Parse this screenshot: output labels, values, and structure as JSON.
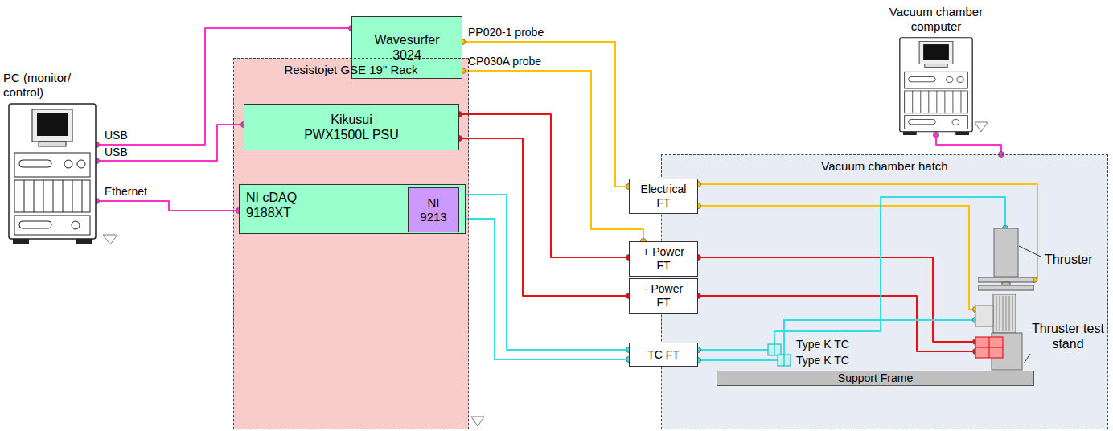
{
  "diagram": {
    "nodes": [
      {
        "text": [
          "PC (monitor/ control)"
        ]
      },
      {
        "text": [
          "Wavesurfer 3024"
        ]
      },
      {
        "text": [
          "Resistojet GSE 19\" Rack"
        ]
      },
      {
        "text": [
          "Kikusui PWX1500L PSU"
        ],
        "in": 2
      },
      {
        "text": [
          "NI cDAQ 9188XT"
        ],
        "in": 2
      },
      {
        "text": [
          "NI 9213"
        ],
        "in": 4
      },
      {
        "text": [
          "Vacuum chamber computer"
        ]
      },
      {
        "text": [
          "Vacuum chamber hatch"
        ]
      },
      {
        "text": [
          "Electrical FT"
        ]
      },
      {
        "text": [
          "+ Power FT"
        ]
      },
      {
        "text": [
          "- Power FT"
        ]
      },
      {
        "text": [
          "TC FT"
        ]
      },
      {
        "text": [
          "Thruster"
        ],
        "in": 7
      },
      {
        "text": [
          "Thruster test stand"
        ],
        "in": 7
      },
      {
        "text": [
          "Support Frame"
        ],
        "in": 7
      }
    ],
    "edges": [
      {
        "from": 0,
        "to": 1,
        "arrow": "none",
        "label": "USB"
      },
      {
        "from": 0,
        "to": 3,
        "arrow": "none",
        "label": "USB"
      },
      {
        "from": 0,
        "to": 4,
        "arrow": "none",
        "label": "Ethernet"
      },
      {
        "from": 1,
        "to": 8,
        "arrow": "none",
        "label": "PP020-1 probe"
      },
      {
        "from": 1,
        "to": 9,
        "arrow": "none",
        "label": "CP030A probe"
      },
      {
        "from": 3,
        "to": 9,
        "arrow": "none"
      },
      {
        "from": 3,
        "to": 10,
        "arrow": "none"
      },
      {
        "from": 5,
        "to": 11,
        "arrow": "none"
      },
      {
        "from": 5,
        "to": 11,
        "arrow": "none"
      },
      {
        "from": 8,
        "to": 12,
        "arrow": "none"
      },
      {
        "from": 8,
        "to": 13,
        "arrow": "none"
      },
      {
        "from": 9,
        "to": 13,
        "arrow": "none"
      },
      {
        "from": 10,
        "to": 13,
        "arrow": "none"
      },
      {
        "from": 11,
        "to": 12,
        "arrow": "none"
      },
      {
        "from": 11,
        "to": 13,
        "arrow": "none"
      },
      {
        "from": 6,
        "to": 7,
        "arrow": "none"
      }
    ],
    "labels": [
      "Type K TC",
      "Type K TC"
    ]
  }
}
